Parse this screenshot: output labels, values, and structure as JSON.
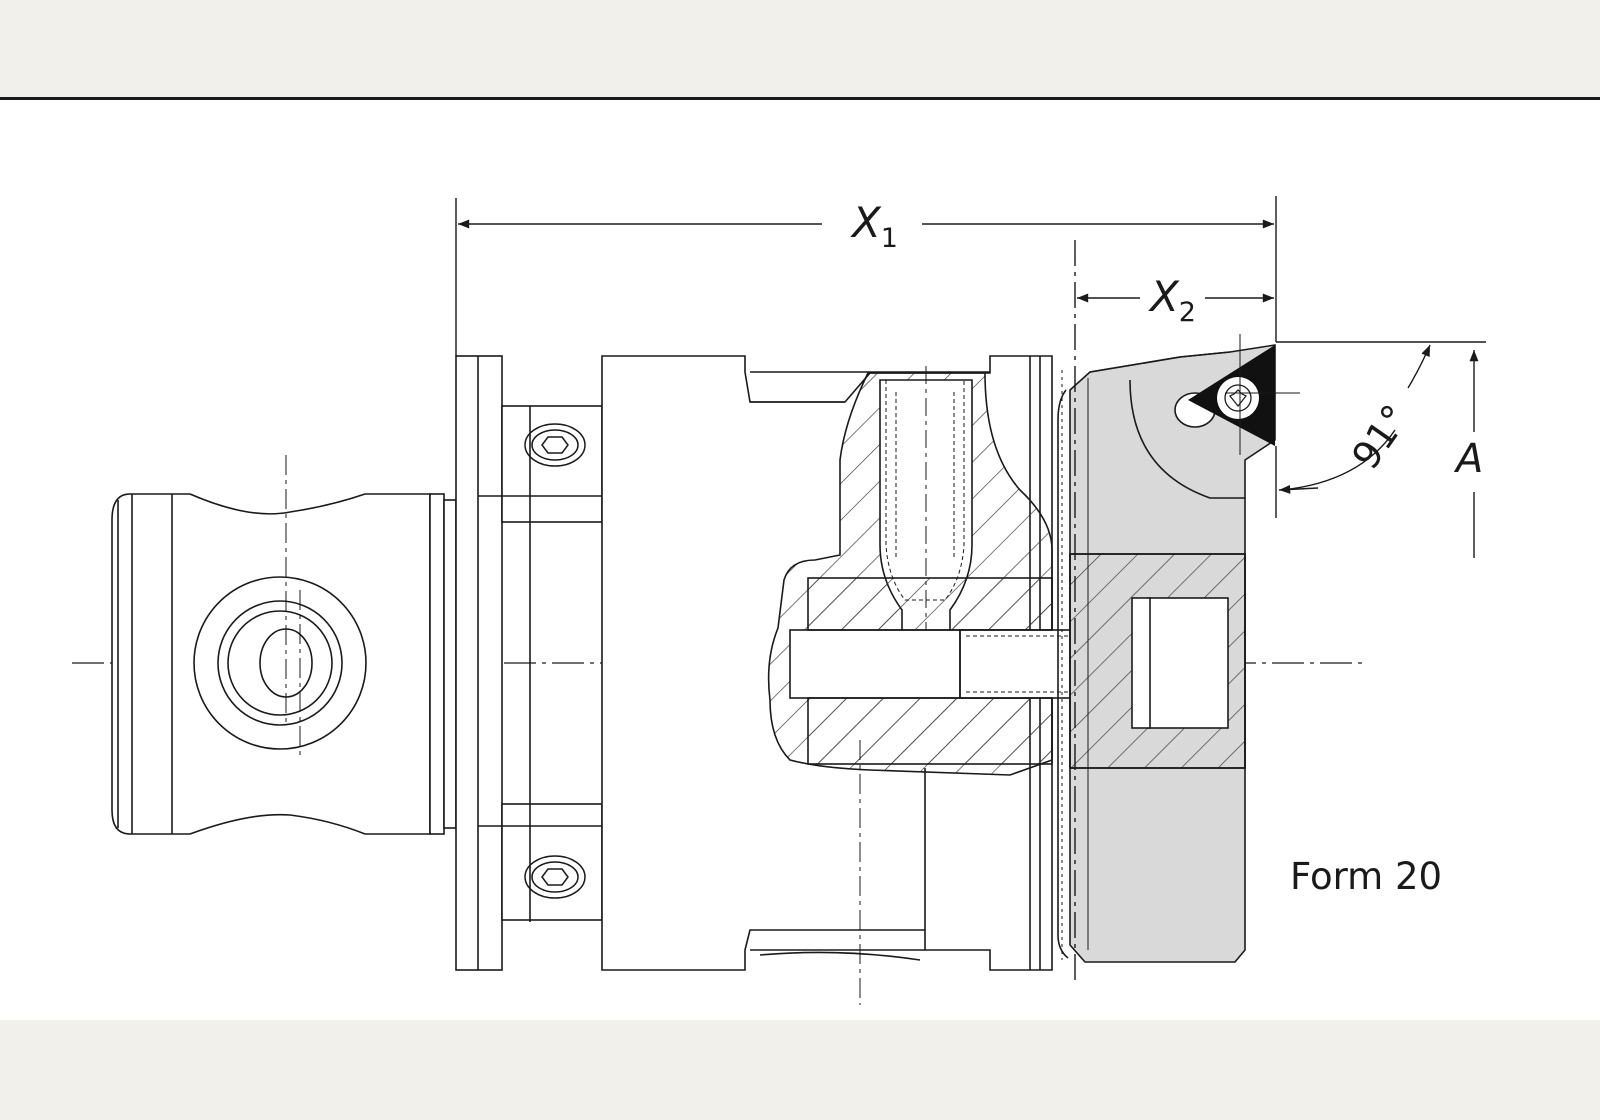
{
  "figure": {
    "caption": "Form 20",
    "dimensions": {
      "x1": {
        "letter": "X",
        "sub": "1"
      },
      "x2": {
        "letter": "X",
        "sub": "2"
      },
      "angle": "91°",
      "a": "A"
    }
  },
  "colors": {
    "background": "#f1f0eb",
    "panel": "#ffffff",
    "line": "#1a1a1a",
    "tool_body": "#d9d9d9",
    "hatch": "#333333"
  }
}
